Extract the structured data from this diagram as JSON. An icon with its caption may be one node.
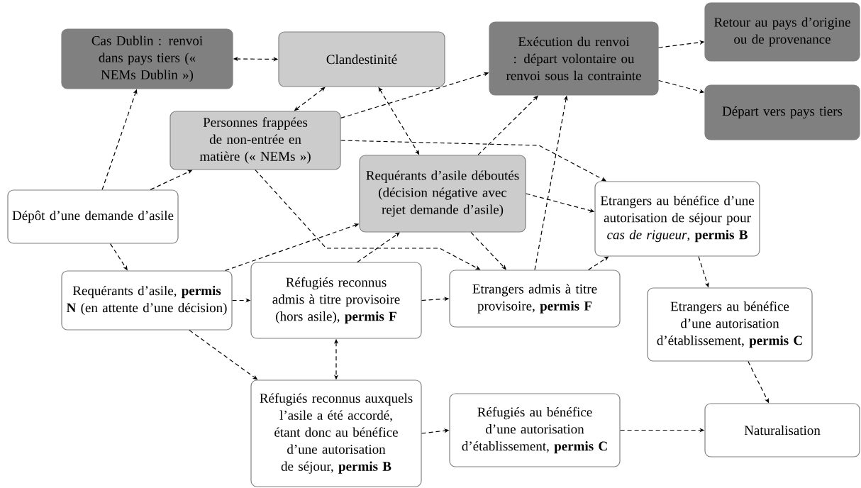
{
  "diagram": {
    "nodes": [
      {
        "text": [
          "Cas Dublin : renvoi dans pays tiers (« NEMs Dublin »)"
        ]
      },
      {
        "text": [
          "Clandestinité"
        ]
      },
      {
        "text": [
          "Exécution du renvoi : départ volontaire ou renvoi sous la contrainte"
        ]
      },
      {
        "text": [
          "Retour au pays d’origine ou de provenance"
        ]
      },
      {
        "text": [
          "Départ vers pays tiers"
        ]
      },
      {
        "text": [
          "Personnes frappées de non-entrée en matière (« NEMs »)"
        ]
      },
      {
        "text": [
          "Requérants d’asile déboutés (décision négative avec rejet demande d’asile)"
        ]
      },
      {
        "text": [
          "Dépôt d’une demande d’asile"
        ]
      },
      {
        "text": [
          "Etrangers au bénéfice d’une autorisation de séjour pour *cas de rigueur*, **permis B**"
        ]
      },
      {
        "text": [
          "Requérants d’asile, **permis N** (en attente d’une décision)"
        ]
      },
      {
        "text": [
          "Réfugiés reconnus admis à titre provisoire (hors asile), **permis F**"
        ]
      },
      {
        "text": [
          "Etrangers admis à titre provisoire, **permis F**"
        ]
      },
      {
        "text": [
          "Etrangers au bénéfice d’une autorisation d’établissement, **permis C**"
        ]
      },
      {
        "text": [
          "Réfugiés reconnus auxquels l’asile a été accordé, étant donc au bénéfice d’une autorisation de séjour, **permis B**"
        ]
      },
      {
        "text": [
          "Réfugiés au bénéfice d’une autorisation d’établissement, **permis C**"
        ]
      },
      {
        "text": [
          "Naturalisation"
        ]
      }
    ],
    "edges": [
      {
        "from": 0,
        "to": 1,
        "arrow": "both",
        "style": "dashed"
      },
      {
        "from": 7,
        "to": 0,
        "arrow": "to",
        "style": "dashed"
      },
      {
        "from": 7,
        "to": 5,
        "arrow": "to",
        "style": "dashed"
      },
      {
        "from": 5,
        "to": 1,
        "arrow": "both",
        "style": "dashed"
      },
      {
        "from": 5,
        "to": 2,
        "arrow": "to",
        "style": "dashed"
      },
      {
        "from": 1,
        "to": 6,
        "arrow": "both",
        "style": "dashed"
      },
      {
        "from": 5,
        "to": 8,
        "arrow": "to",
        "style": "dashed"
      },
      {
        "from": 5,
        "to": 11,
        "arrow": "to",
        "style": "dashed"
      },
      {
        "from": 6,
        "to": 2,
        "arrow": "to",
        "style": "dashed"
      },
      {
        "from": 6,
        "to": 8,
        "arrow": "to",
        "style": "dashed"
      },
      {
        "from": 6,
        "to": 11,
        "arrow": "to",
        "style": "dashed"
      },
      {
        "from": 7,
        "to": 9,
        "arrow": "to",
        "style": "dashed"
      },
      {
        "from": 9,
        "to": 6,
        "arrow": "to",
        "style": "dashed"
      },
      {
        "from": 9,
        "to": 10,
        "arrow": "to",
        "style": "dashed"
      },
      {
        "from": 9,
        "to": 13,
        "arrow": "to",
        "style": "dashed"
      },
      {
        "from": 10,
        "to": 6,
        "arrow": "to",
        "style": "dashed"
      },
      {
        "from": 10,
        "to": 11,
        "arrow": "to",
        "style": "dashed"
      },
      {
        "from": 10,
        "to": 13,
        "arrow": "both",
        "style": "dashed"
      },
      {
        "from": 11,
        "to": 2,
        "arrow": "to",
        "style": "dashed"
      },
      {
        "from": 11,
        "to": 8,
        "arrow": "to",
        "style": "dashed"
      },
      {
        "from": 8,
        "to": 12,
        "arrow": "to",
        "style": "dashed"
      },
      {
        "from": 12,
        "to": 15,
        "arrow": "to",
        "style": "dashed"
      },
      {
        "from": 13,
        "to": 14,
        "arrow": "to",
        "style": "dashed"
      },
      {
        "from": 14,
        "to": 15,
        "arrow": "to",
        "style": "dashed"
      },
      {
        "from": 2,
        "to": 3,
        "arrow": "to",
        "style": "dashed"
      },
      {
        "from": 2,
        "to": 4,
        "arrow": "to",
        "style": "dashed"
      }
    ]
  }
}
